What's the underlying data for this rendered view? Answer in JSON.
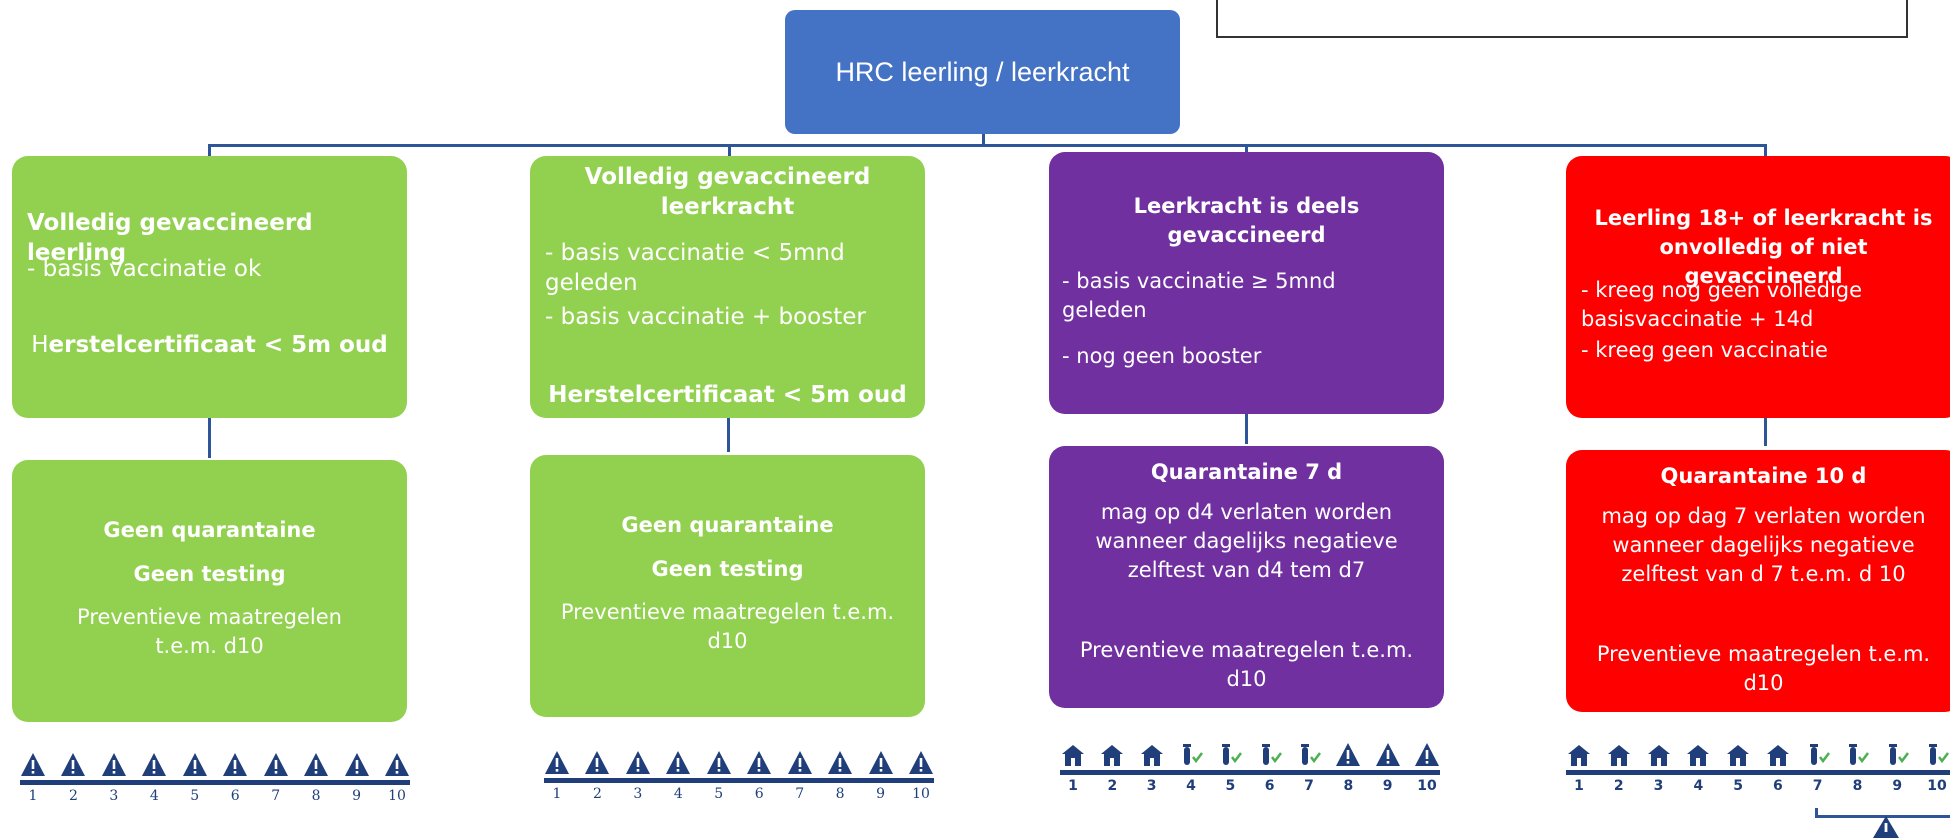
{
  "colors": {
    "root": "#4472c4",
    "green": "#92d050",
    "purple": "#7030a0",
    "red": "#ff0000",
    "connector": "#2e5597",
    "timeline": "#1f3e7a"
  },
  "root": {
    "label": "HRC leerling / leerkracht"
  },
  "columns": [
    {
      "top": {
        "title": "Volledig gevaccineerd leerling",
        "lines": [
          "- basis vaccinatie ok"
        ],
        "footer_prefix": "H",
        "footer_bold": "erstelcertificaat < 5m oud"
      },
      "bottom": {
        "bold1": "Geen quarantaine",
        "bold2": "Geen testing",
        "text": "Preventieve maatregelen t.e.m. d10"
      },
      "timeline": {
        "numbers": [
          "1",
          "2",
          "3",
          "4",
          "5",
          "6",
          "7",
          "8",
          "9",
          "10"
        ],
        "icons": [
          "warning-icon",
          "warning-icon",
          "warning-icon",
          "warning-icon",
          "warning-icon",
          "warning-icon",
          "warning-icon",
          "warning-icon",
          "warning-icon",
          "warning-icon"
        ]
      }
    },
    {
      "top": {
        "title": "Volledig gevaccineerd leerkracht",
        "lines": [
          "- basis vaccinatie < 5mnd geleden",
          "- basis vaccinatie + booster"
        ],
        "footer_bold": "Herstelcertificaat < 5m oud"
      },
      "bottom": {
        "bold1": "Geen quarantaine",
        "bold2": "Geen testing",
        "text": "Preventieve maatregelen t.e.m. d10"
      },
      "timeline": {
        "numbers": [
          "1",
          "2",
          "3",
          "4",
          "5",
          "6",
          "7",
          "8",
          "9",
          "10"
        ],
        "icons": [
          "warning-icon",
          "warning-icon",
          "warning-icon",
          "warning-icon",
          "warning-icon",
          "warning-icon",
          "warning-icon",
          "warning-icon",
          "warning-icon",
          "warning-icon"
        ]
      }
    },
    {
      "top": {
        "title": "Leerkracht is deels gevaccineerd",
        "lines": [
          "- basis vaccinatie ≥ 5mnd geleden",
          "- nog geen booster"
        ]
      },
      "bottom": {
        "title": "Quarantaine 7 d",
        "text": "mag op d4 verlaten worden wanneer dagelijks negatieve zelftest van d4 tem  d7",
        "footer": "Preventieve maatregelen t.e.m. d10"
      },
      "timeline": {
        "numbers": [
          "1",
          "2",
          "3",
          "4",
          "5",
          "6",
          "7",
          "8",
          "9",
          "10"
        ],
        "icons": [
          "house-icon",
          "house-icon",
          "house-icon",
          "test-tube-check-icon",
          "test-tube-check-icon",
          "test-tube-check-icon",
          "test-tube-check-icon",
          "warning-icon",
          "warning-icon",
          "warning-icon"
        ]
      }
    },
    {
      "top": {
        "title": "Leerling 18+ of leerkracht is onvolledig of niet gevaccineerd",
        "lines": [
          "- kreeg nog geen volledige basisvaccinatie + 14d",
          "- kreeg geen vaccinatie"
        ]
      },
      "bottom": {
        "title": "Quarantaine 10 d",
        "text": "mag op dag 7 verlaten worden wanneer dagelijks negatieve zelftest van d 7 t.e.m. d 10",
        "footer": "Preventieve maatregelen t.e.m. d10"
      },
      "timeline": {
        "numbers": [
          "1",
          "2",
          "3",
          "4",
          "5",
          "6",
          "7",
          "8",
          "9",
          "10"
        ],
        "icons": [
          "house-icon",
          "house-icon",
          "house-icon",
          "house-icon",
          "house-icon",
          "house-icon",
          "test-tube-check-icon",
          "test-tube-check-icon",
          "test-tube-check-icon",
          "test-tube-check-icon"
        ]
      }
    }
  ]
}
